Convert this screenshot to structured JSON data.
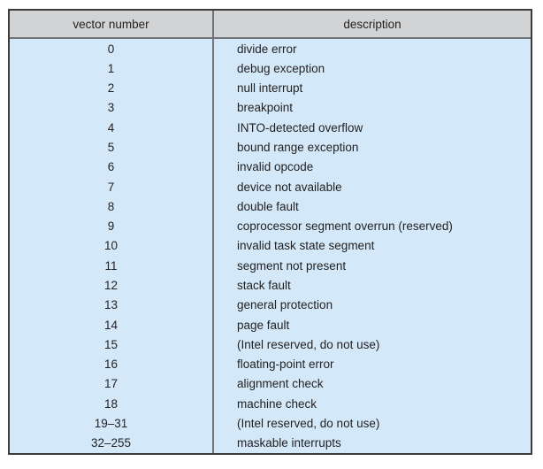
{
  "table": {
    "columns": [
      "vector number",
      "description"
    ],
    "rows": [
      {
        "vector": "0",
        "description": "divide error"
      },
      {
        "vector": "1",
        "description": "debug exception"
      },
      {
        "vector": "2",
        "description": "null interrupt"
      },
      {
        "vector": "3",
        "description": "breakpoint"
      },
      {
        "vector": "4",
        "description": "INTO-detected overflow"
      },
      {
        "vector": "5",
        "description": "bound range exception"
      },
      {
        "vector": "6",
        "description": "invalid opcode"
      },
      {
        "vector": "7",
        "description": "device not available"
      },
      {
        "vector": "8",
        "description": "double fault"
      },
      {
        "vector": "9",
        "description": "coprocessor segment overrun (reserved)"
      },
      {
        "vector": "10",
        "description": "invalid task state segment"
      },
      {
        "vector": "11",
        "description": "segment not present"
      },
      {
        "vector": "12",
        "description": "stack fault"
      },
      {
        "vector": "13",
        "description": "general protection"
      },
      {
        "vector": "14",
        "description": "page fault"
      },
      {
        "vector": "15",
        "description": "(Intel reserved, do not use)"
      },
      {
        "vector": "16",
        "description": "floating-point error"
      },
      {
        "vector": "17",
        "description": "alignment check"
      },
      {
        "vector": "18",
        "description": "machine check"
      },
      {
        "vector": "19–31",
        "description": "(Intel reserved, do not use)"
      },
      {
        "vector": "32–255",
        "description": "maskable interrupts"
      }
    ]
  },
  "colors": {
    "page_bg": "#ffffff",
    "header_bg": "#d1d3d4",
    "body_bg": "#d3e9f9",
    "outer_border": "#3c3c3e",
    "inner_border": "#737477",
    "text": "#231f20"
  }
}
